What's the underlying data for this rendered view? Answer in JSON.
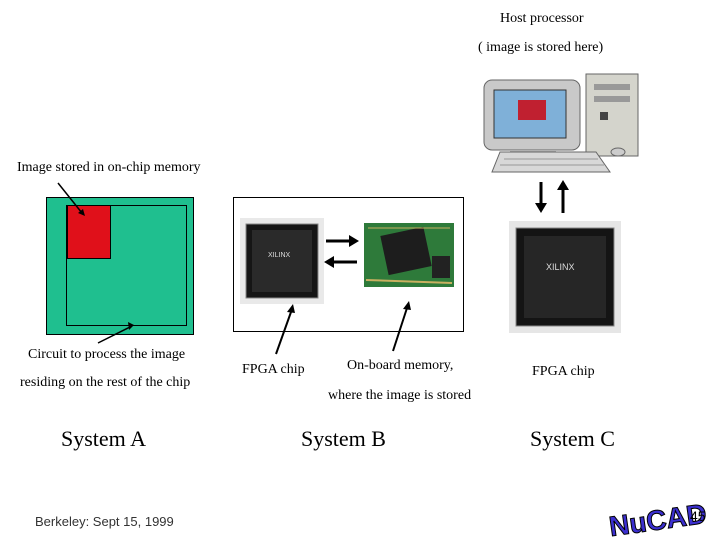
{
  "host": {
    "title": "Host processor",
    "subtitle": "( image is stored here)"
  },
  "system_a": {
    "memory_label": "Image stored in on-chip memory",
    "circuit_label_1": "Circuit to process the image",
    "circuit_label_2": "residing on the rest of the chip",
    "name": "System A",
    "colors": {
      "chip": "#1fbf8f",
      "image_block": "#e0101a"
    }
  },
  "system_b": {
    "fpga_label": "FPGA chip",
    "memory_label_1": "On-board memory,",
    "memory_label_2": "where the image is stored",
    "name": "System B"
  },
  "system_c": {
    "fpga_label": "FPGA chip",
    "name": "System C"
  },
  "footer": {
    "date": "Berkeley: Sept 15, 1999",
    "logo": "NuCAD",
    "page": "45"
  }
}
